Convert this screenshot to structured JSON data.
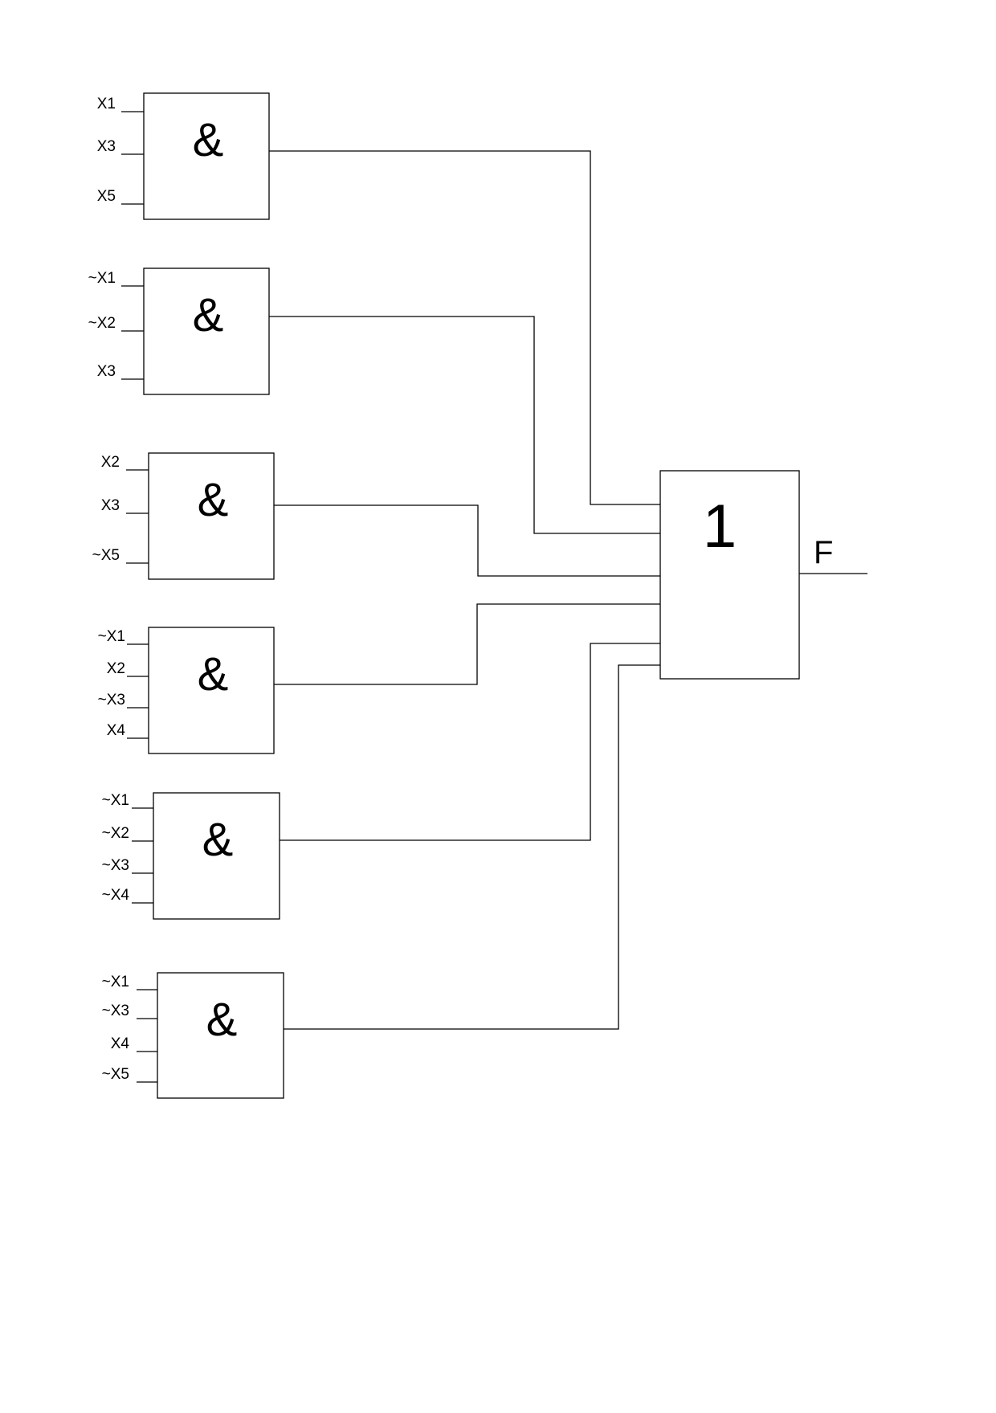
{
  "and_gates": [
    {
      "symbol": "&",
      "inputs": [
        "X1",
        "X3",
        "X5"
      ]
    },
    {
      "symbol": "&",
      "inputs": [
        "~X1",
        "~X2",
        "X3"
      ]
    },
    {
      "symbol": "&",
      "inputs": [
        "X2",
        "X3",
        "~X5"
      ]
    },
    {
      "symbol": "&",
      "inputs": [
        "~X1",
        "X2",
        "~X3",
        "X4"
      ]
    },
    {
      "symbol": "&",
      "inputs": [
        "~X1",
        "~X2",
        "~X3",
        "~X4"
      ]
    },
    {
      "symbol": "&",
      "inputs": [
        "~X1",
        "~X3",
        "X4",
        "~X5"
      ]
    }
  ],
  "or_gate": {
    "symbol": "1",
    "output_label": "F"
  },
  "colors": {
    "line": "#000000",
    "background": "#ffffff"
  }
}
